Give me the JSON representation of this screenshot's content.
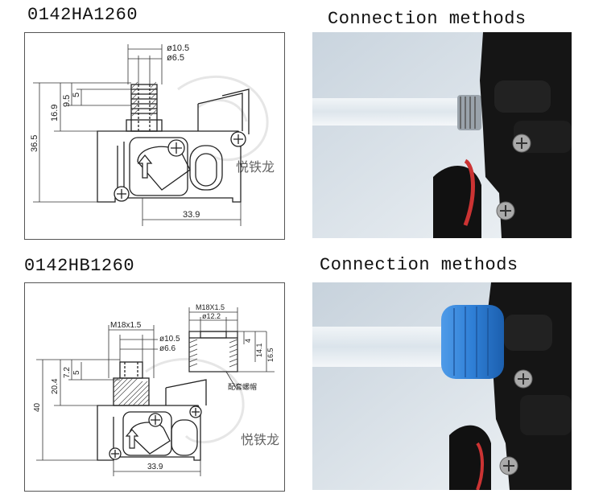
{
  "section_a": {
    "model": "0142HA1260",
    "connection_title": "Connection methods",
    "dims": {
      "d_outer": "ø10.5",
      "d_inner": "ø6.5",
      "h1": "16.9",
      "h2": "9.5",
      "h3": "5",
      "height": "36.5",
      "width": "33.9"
    }
  },
  "section_b": {
    "model": "0142HB1260",
    "connection_title": "Connection methods",
    "dims": {
      "thread": "M18x1.5",
      "d_outer": "ø10.5",
      "d_inner": "ø6.6",
      "h1": "20.4",
      "h2": "7.2",
      "h3": "5",
      "height": "40",
      "width": "33.9",
      "cap_thread": "M18X1.5",
      "cap_bore": "ø12.2",
      "cap_h1": "4",
      "cap_h2": "14.1",
      "cap_h3": "16.5",
      "cap_note": "配套螺帽"
    }
  },
  "watermark": {
    "text": "悦铁龙"
  },
  "colors": {
    "pump_body": "#151515",
    "tube": "#e6eef3",
    "photo_bg": "#dde5ec",
    "blue_cap": "#2f7fd6",
    "line": "#222222"
  },
  "icons": [
    "screw-icon",
    "flow-arrow-icon",
    "hose-clamp-icon"
  ]
}
